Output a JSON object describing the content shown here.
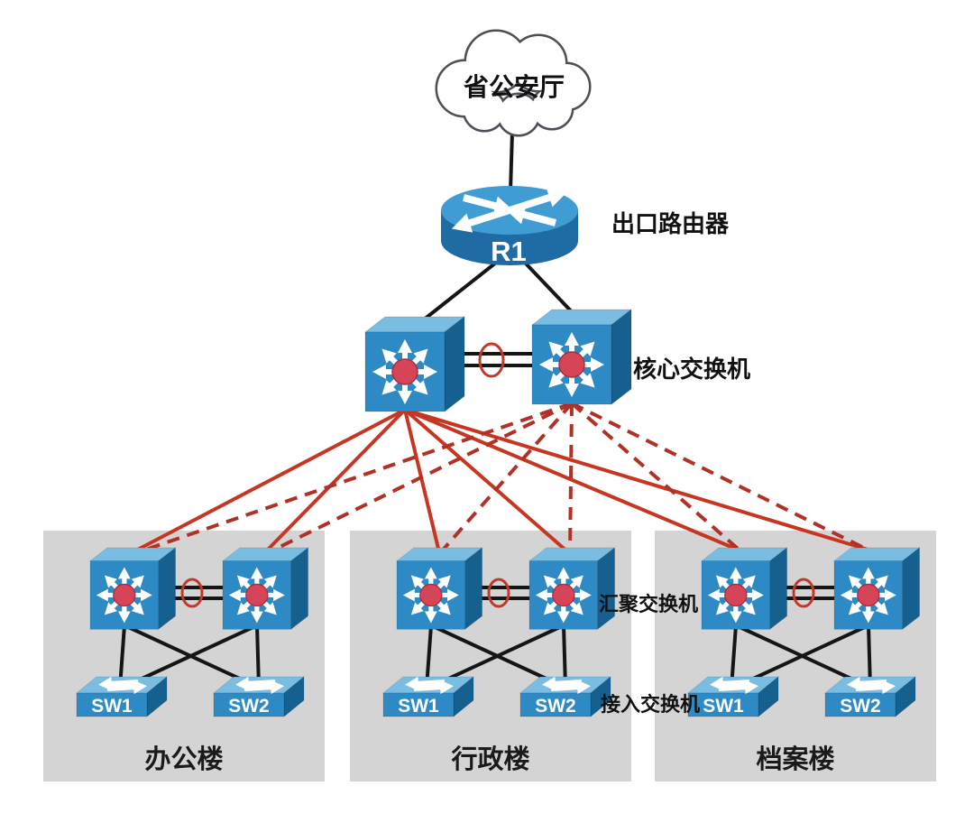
{
  "cloud": {
    "label": "省公安厅"
  },
  "router": {
    "name": "R1",
    "label": "出口路由器"
  },
  "core_switches": {
    "label": "核心交换机"
  },
  "labels": {
    "aggregation": "汇聚交换机",
    "access": "接入交换机"
  },
  "buildings": [
    {
      "name": "办公楼",
      "access_switches": [
        "SW1",
        "SW2"
      ]
    },
    {
      "name": "行政楼",
      "access_switches": [
        "SW1",
        "SW2"
      ]
    },
    {
      "name": "档案楼",
      "access_switches": [
        "SW1",
        "SW2"
      ]
    }
  ],
  "colors": {
    "background": "#ffffff",
    "switch_front": "#2e8ac5",
    "switch_top": "#7abde2",
    "switch_side": "#16608f",
    "hub_red": "#d64458",
    "link_black": "#151515",
    "link_red_solid": "#c63723",
    "link_red_dashed": "#b03227",
    "ring_red": "#c0392b",
    "building_gray": "#d5d4d4",
    "cloud_outline": "#4a5055",
    "router_body": "#1f6ba3",
    "router_top": "#3f9dd4"
  }
}
